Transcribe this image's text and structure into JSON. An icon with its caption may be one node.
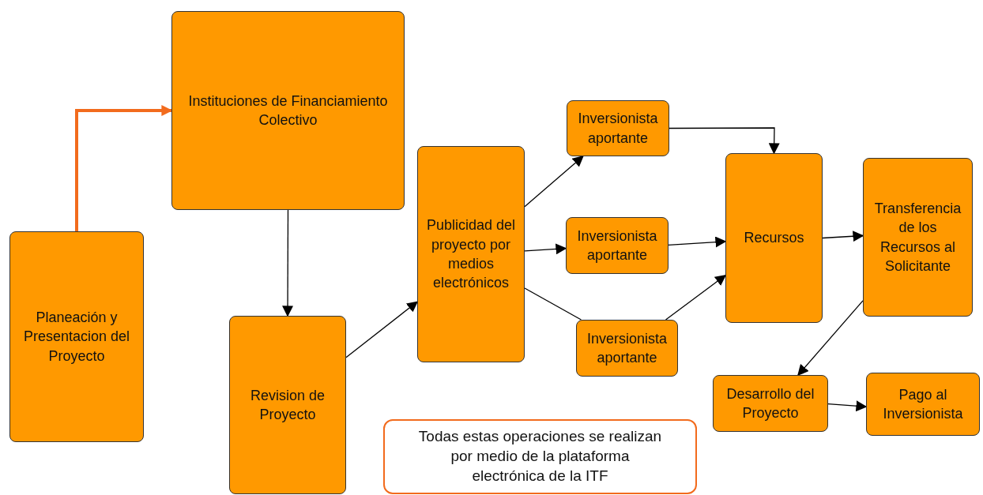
{
  "diagram": {
    "nodes": [
      {
        "text": [
          "Planeación y Presentacion del Proyecto"
        ]
      },
      {
        "text": [
          "Instituciones de Financiamiento Colectivo"
        ]
      },
      {
        "text": [
          "Revision de Proyecto"
        ]
      },
      {
        "text": [
          "Publicidad del proyecto por medios electrónicos"
        ]
      },
      {
        "text": [
          "Inversionista aportante"
        ]
      },
      {
        "text": [
          "Inversionista aportante"
        ]
      },
      {
        "text": [
          "Inversionista aportante"
        ]
      },
      {
        "text": [
          "Recursos"
        ]
      },
      {
        "text": [
          "Transferencia de los Recursos al Solicitante"
        ]
      },
      {
        "text": [
          "Desarrollo del Proyecto"
        ]
      },
      {
        "text": [
          "Pago al Inversionista"
        ]
      },
      {
        "text": [
          "Todas estas operaciones se realizan por medio de la plataforma electrónica de la ITF"
        ]
      }
    ],
    "edges": [
      {
        "from": 0,
        "to": 1,
        "arrow": "to",
        "style": "thick",
        "color": "#f26b1d"
      },
      {
        "from": 1,
        "to": 2,
        "arrow": "to"
      },
      {
        "from": 2,
        "to": 3,
        "arrow": "to"
      },
      {
        "from": 3,
        "to": 4,
        "arrow": "to"
      },
      {
        "from": 3,
        "to": 5,
        "arrow": "to"
      },
      {
        "from": 3,
        "to": 6,
        "arrow": "none"
      },
      {
        "from": 4,
        "to": 7,
        "arrow": "to"
      },
      {
        "from": 5,
        "to": 7,
        "arrow": "to"
      },
      {
        "from": 6,
        "to": 7,
        "arrow": "to"
      },
      {
        "from": 7,
        "to": 8,
        "arrow": "to"
      },
      {
        "from": 8,
        "to": 9,
        "arrow": "to"
      },
      {
        "from": 9,
        "to": 10,
        "arrow": "to"
      }
    ]
  }
}
